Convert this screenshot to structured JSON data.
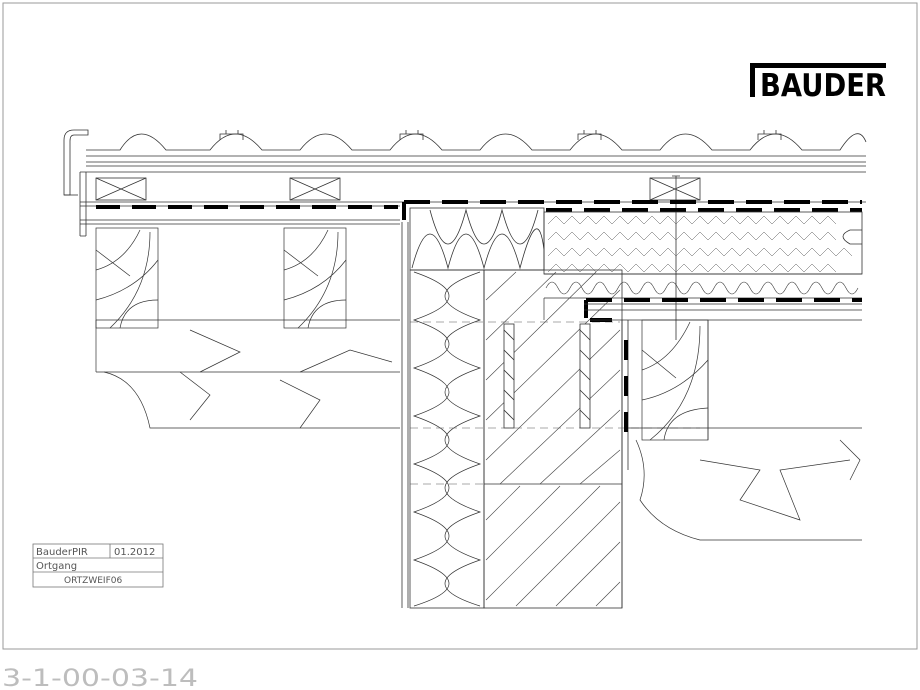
{
  "logo": {
    "text": "BAUDER"
  },
  "title_block": {
    "product": "BauderPIR",
    "date": "01.2012",
    "detail": "Ortgang",
    "code": "ORTZWEIF06"
  },
  "drawing_number": "3-1-00-03-14"
}
